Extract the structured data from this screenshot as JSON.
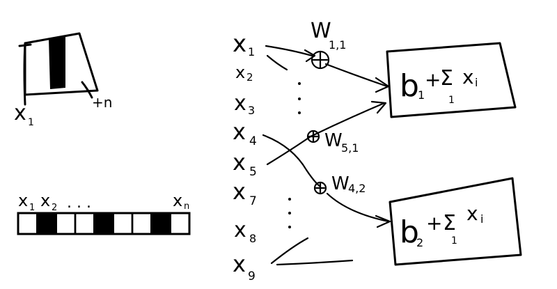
{
  "left_top_image": {
    "start_label": "x",
    "start_sub": "1",
    "end_label": "+n"
  },
  "left_bottom_strip": {
    "labels": [
      "x",
      "1",
      "x",
      "2",
      ". . .",
      "x",
      "n"
    ],
    "cells": [
      false,
      true,
      false,
      false,
      true,
      false,
      false,
      true,
      false
    ]
  },
  "inputs": [
    {
      "base": "x",
      "sub": "1"
    },
    {
      "base": "x",
      "sub": "2"
    },
    {
      "base": "x",
      "sub": "3"
    },
    {
      "base": "x",
      "sub": "4"
    },
    {
      "base": "x",
      "sub": "5"
    },
    {
      "base": "x",
      "sub": "7"
    },
    {
      "base": "x",
      "sub": "8"
    },
    {
      "base": "x",
      "sub": "9"
    }
  ],
  "weights": [
    {
      "base": "W",
      "sub": "1,1"
    },
    {
      "base": "W",
      "sub": "5,1"
    },
    {
      "base": "W",
      "sub": "4,2"
    }
  ],
  "outputs": [
    {
      "bias": "b",
      "bias_sub": "1",
      "plus": "+",
      "sum": "Σ",
      "sum_sub": "1",
      "term": "x",
      "term_sub": "i"
    },
    {
      "bias": "b",
      "bias_sub": "2",
      "plus": "+",
      "sum": "Σ",
      "sum_sub": "1",
      "term": "x",
      "term_sub": "i"
    }
  ],
  "colors": {
    "ink": "#000000",
    "paper": "#ffffff"
  }
}
